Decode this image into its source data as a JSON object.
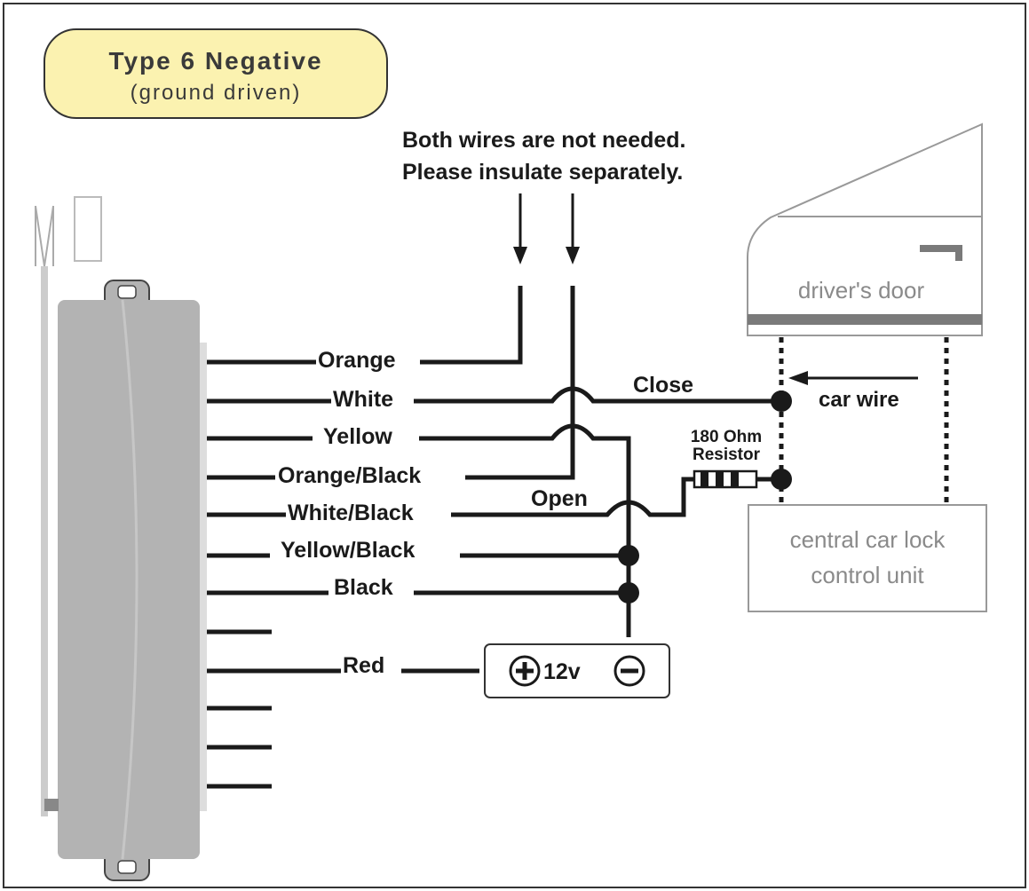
{
  "title_box": {
    "title": "Type 6 Negative",
    "subtitle": "(ground driven)"
  },
  "note": {
    "line1": "Both wires are not needed.",
    "line2": "Please insulate separately."
  },
  "wires": {
    "orange": "Orange",
    "white": "White",
    "yellow": "Yellow",
    "orange_black": "Orange/Black",
    "white_black": "White/Black",
    "yellow_black": "Yellow/Black",
    "black": "Black",
    "red": "Red"
  },
  "labels": {
    "close": "Close",
    "open": "Open",
    "car_wire": "car wire",
    "resistor_line1": "180 Ohm",
    "resistor_line2": "Resistor"
  },
  "door": {
    "label": "driver's door"
  },
  "lock_unit": {
    "line1": "central car lock",
    "line2": "control unit"
  },
  "battery": {
    "voltage": "12v",
    "plus_symbol": "+",
    "minus_symbol": "−"
  },
  "colors": {
    "title_fill": "#fbf2b0",
    "module_fill": "#b3b3b3",
    "wire": "#1a1a1a",
    "gray_text": "#8a8a8a",
    "door_stripe": "#7a7a7a"
  }
}
